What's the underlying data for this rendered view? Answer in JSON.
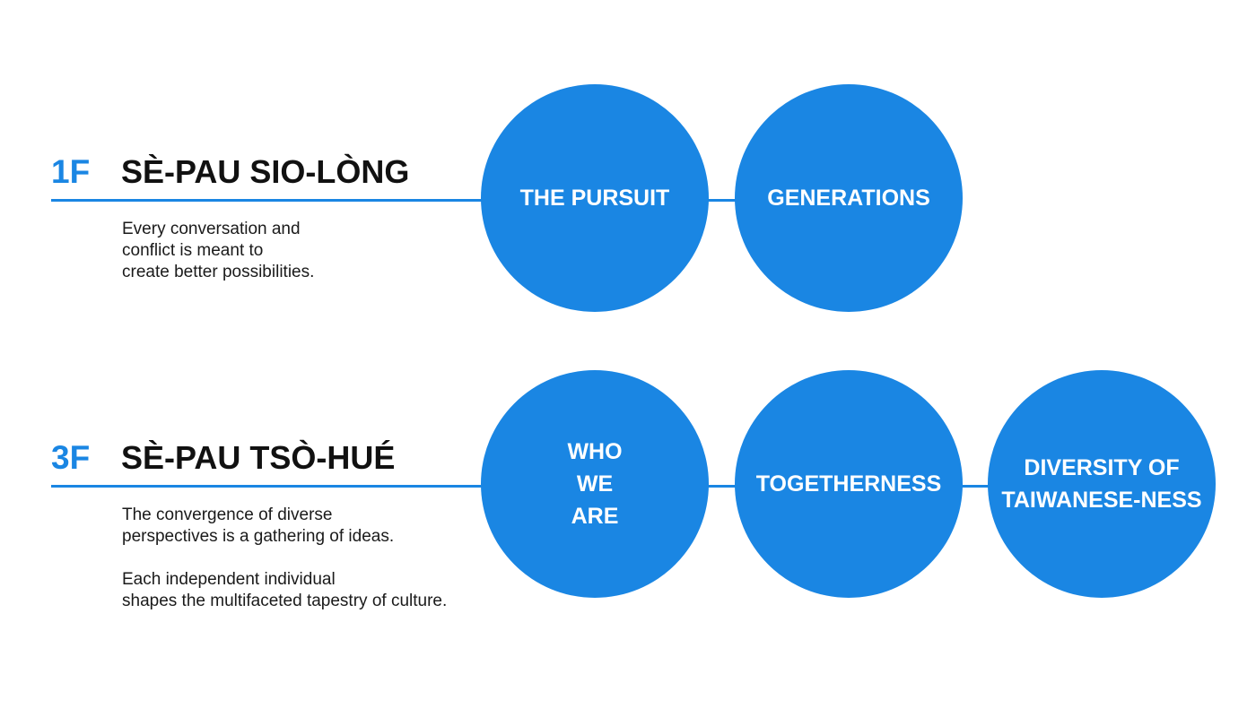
{
  "floors": [
    {
      "number": "1F",
      "title": "SÈ-PAU SIO-LÒNG",
      "description_paragraphs": [
        [
          "Every conversation and",
          "conflict is meant to",
          "create better possibilities."
        ]
      ],
      "circles": [
        {
          "lines": [
            "THE PURSUIT"
          ]
        },
        {
          "lines": [
            "GENERATIONS"
          ]
        }
      ]
    },
    {
      "number": "3F",
      "title": "SÈ-PAU TSÒ-HUÉ",
      "description_paragraphs": [
        [
          "The convergence of diverse",
          "perspectives is a gathering of ideas."
        ],
        [
          "Each independent individual",
          "shapes the multifaceted tapestry of culture."
        ]
      ],
      "circles": [
        {
          "lines": [
            "WHO",
            "WE",
            "ARE"
          ]
        },
        {
          "lines": [
            "TOGETHERNESS"
          ]
        },
        {
          "lines": [
            "DIVERSITY OF",
            "TAIWANESE-NESS"
          ]
        }
      ]
    }
  ],
  "colors": {
    "accent": "#1a86e3",
    "title_text": "#111111",
    "body_text": "#1a1a1a",
    "circle_text": "#ffffff",
    "background": "#ffffff"
  }
}
